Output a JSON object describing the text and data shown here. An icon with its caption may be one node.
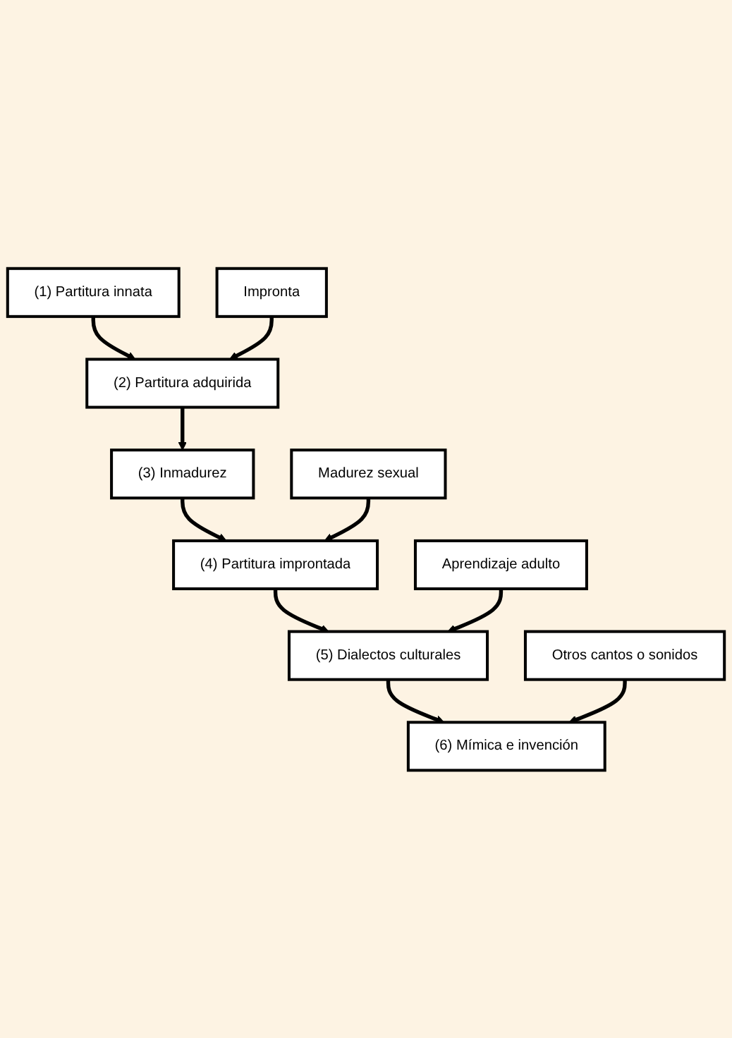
{
  "diagram": {
    "nodes": [
      {
        "text": [
          "(1) Partitura innata"
        ]
      },
      {
        "text": [
          "Impronta"
        ]
      },
      {
        "text": [
          "(2) Partitura adquirida"
        ]
      },
      {
        "text": [
          "(3) Inmadurez"
        ]
      },
      {
        "text": [
          "Madurez sexual"
        ]
      },
      {
        "text": [
          "(4) Partitura improntada"
        ]
      },
      {
        "text": [
          "Aprendizaje adulto"
        ]
      },
      {
        "text": [
          "(5) Dialectos culturales"
        ]
      },
      {
        "text": [
          "Otros cantos o sonidos"
        ]
      },
      {
        "text": [
          "(6) Mímica e invención"
        ]
      }
    ],
    "edges": [
      {
        "from": 0,
        "to": 2,
        "arrow": "to"
      },
      {
        "from": 1,
        "to": 2,
        "arrow": "to"
      },
      {
        "from": 2,
        "to": 3,
        "arrow": "to"
      },
      {
        "from": 3,
        "to": 5,
        "arrow": "to"
      },
      {
        "from": 4,
        "to": 5,
        "arrow": "to"
      },
      {
        "from": 5,
        "to": 7,
        "arrow": "to"
      },
      {
        "from": 6,
        "to": 7,
        "arrow": "to"
      },
      {
        "from": 7,
        "to": 9,
        "arrow": "to"
      },
      {
        "from": 8,
        "to": 9,
        "arrow": "to"
      }
    ]
  }
}
